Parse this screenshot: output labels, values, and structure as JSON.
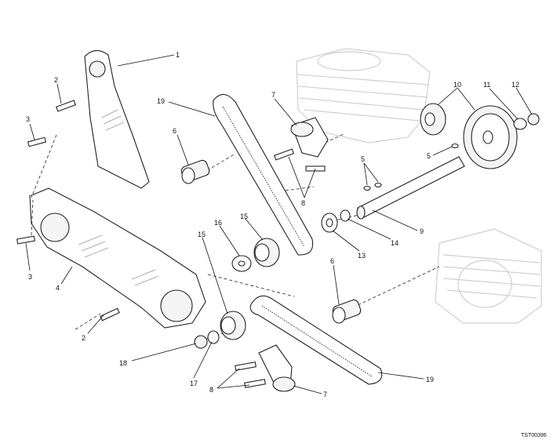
{
  "diagram": {
    "code": "TST00396",
    "callouts": [
      "1",
      "2",
      "3",
      "3",
      "4",
      "2",
      "19",
      "6",
      "7",
      "8",
      "16",
      "15",
      "15",
      "10",
      "11",
      "12",
      "5",
      "5",
      "9",
      "13",
      "14",
      "6",
      "18",
      "17",
      "8",
      "7",
      "19"
    ]
  }
}
